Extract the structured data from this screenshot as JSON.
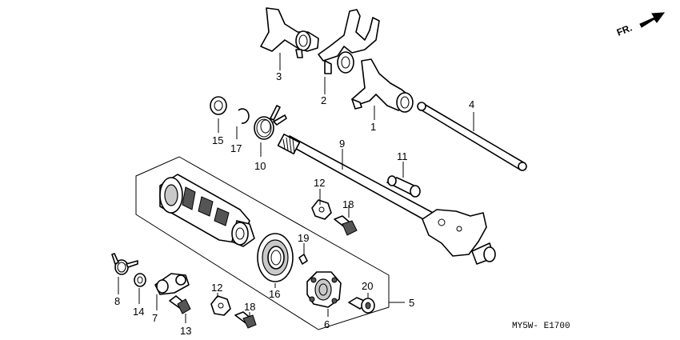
{
  "direction_indicator": {
    "label": "FR.",
    "icon": "front-direction-arrow-icon"
  },
  "drawing_code": "MY5W- E1700",
  "callouts": {
    "c1": "1",
    "c2": "2",
    "c3": "3",
    "c4": "4",
    "c5": "5",
    "c6": "6",
    "c7": "7",
    "c8": "8",
    "c9": "9",
    "c10": "10",
    "c11": "11",
    "c12a": "12",
    "c12b": "12",
    "c13": "13",
    "c14": "14",
    "c15": "15",
    "c16": "16",
    "c17": "17",
    "c18a": "18",
    "c18b": "18",
    "c19": "19",
    "c20": "20"
  }
}
